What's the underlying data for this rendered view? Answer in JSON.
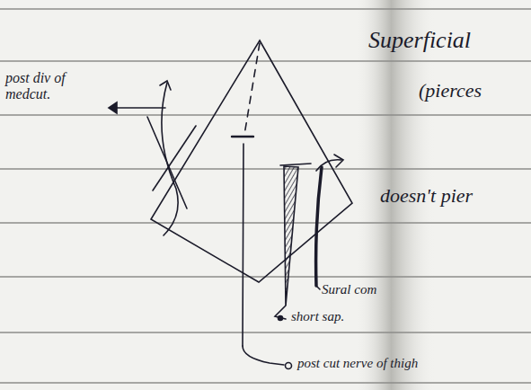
{
  "diagram": {
    "labels": [
      "Superficial",
      "(pierces",
      "doesn't pier",
      "post div of medcut.",
      "Sural com",
      "short sap.",
      "post cut nerve of thigh"
    ]
  }
}
